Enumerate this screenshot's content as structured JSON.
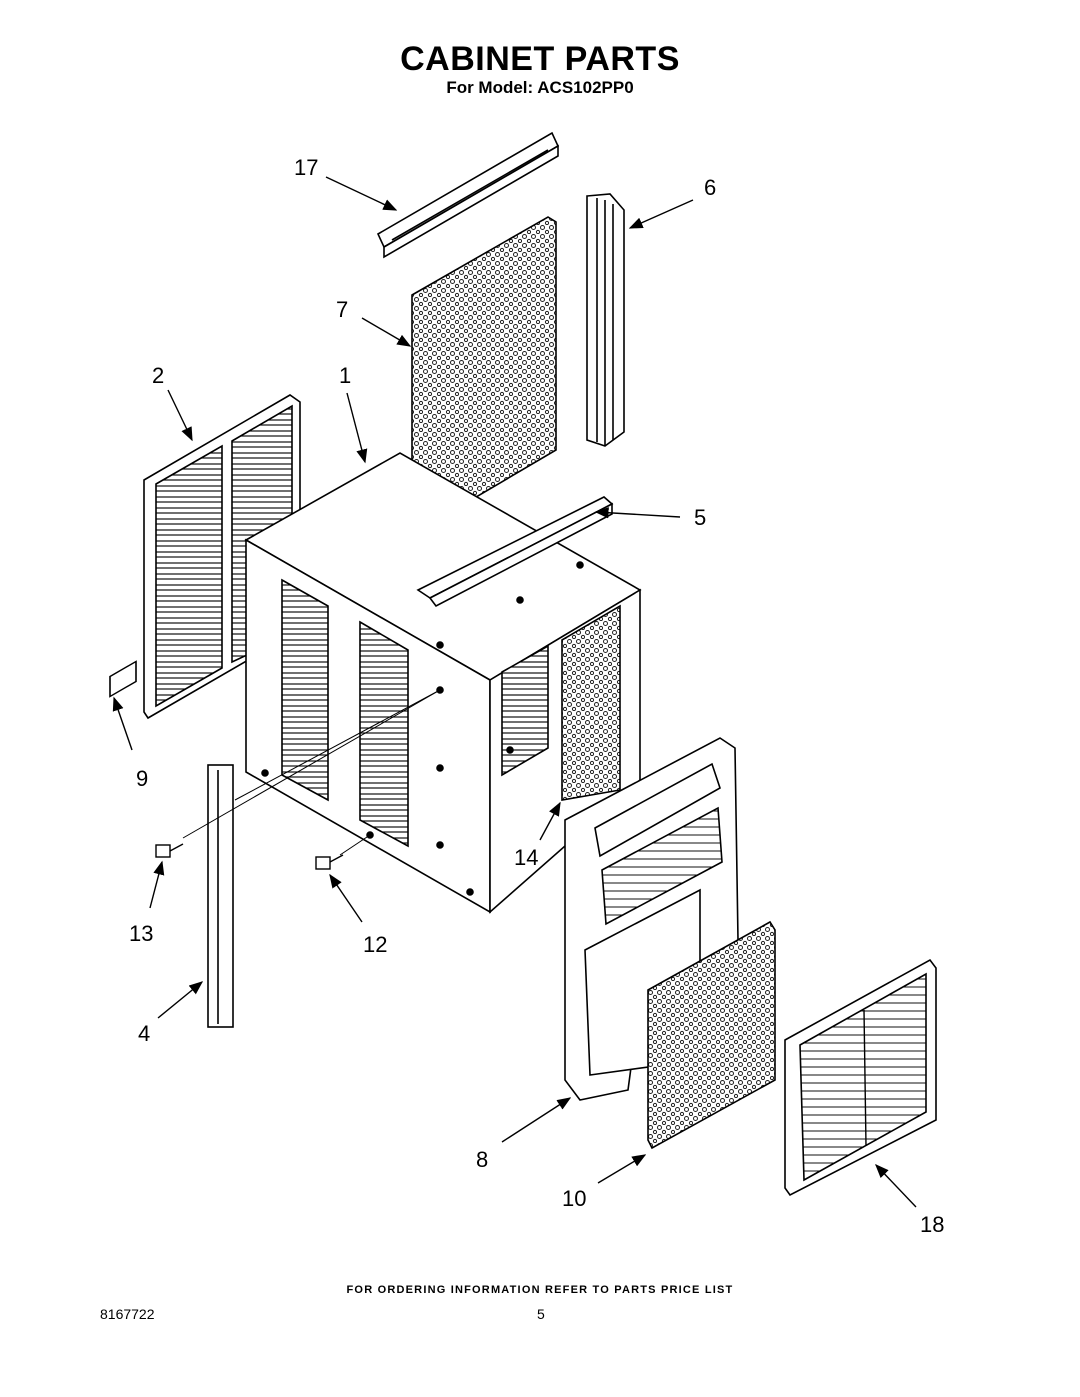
{
  "header": {
    "title": "CABINET PARTS",
    "subtitle": "For Model: ACS102PP0"
  },
  "callouts": {
    "c1": "1",
    "c2": "2",
    "c4": "4",
    "c5": "5",
    "c6": "6",
    "c7": "7",
    "c8": "8",
    "c9": "9",
    "c10": "10",
    "c12": "12",
    "c13": "13",
    "c14": "14",
    "c17": "17",
    "c18": "18"
  },
  "footer": {
    "note": "FOR ORDERING INFORMATION REFER TO PARTS PRICE LIST",
    "doc_number": "8167722",
    "page_number": "5"
  }
}
